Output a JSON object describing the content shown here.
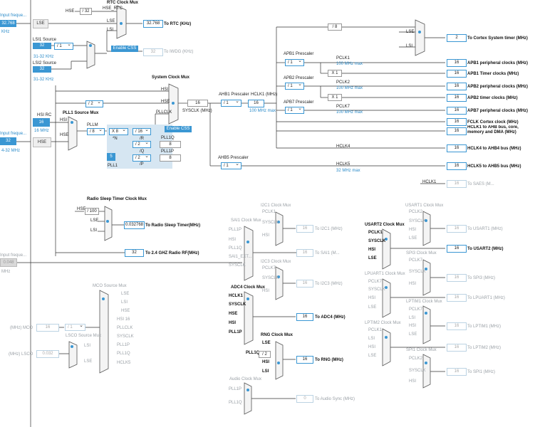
{
  "inputs": {
    "lse": {
      "label": "Input freque...",
      "value": "32.768",
      "unit": "KHz",
      "src": "LSE"
    },
    "hse": {
      "label": "Input freque...",
      "value": "32",
      "range": "4-32 MHz",
      "src": "HSE"
    },
    "audio": {
      "label": "Input freque...",
      "value": "0.048",
      "unit": "MHz"
    }
  },
  "rtc": {
    "title": "RTC Clock Mux",
    "hse": "HSE",
    "div": "/ 32",
    "hse_rtc": "HSE_RTC",
    "lse": "LSE",
    "lsi": "LSI",
    "value": "32.768",
    "out": "To RTC (KHz)",
    "css": "Enable CSS",
    "iwdg_val": "32",
    "iwdg": "To IWDG (KHz)"
  },
  "lsi": {
    "src1": "LSI1 Source",
    "div": "/ 1",
    "v1": "32",
    "r1": "31-32 KHz",
    "src2": "LSI2 Source",
    "v2": "32",
    "r2": "31-32 KHz"
  },
  "hsi": {
    "label": "HSI RC",
    "value": "16",
    "unit": "16 MHz"
  },
  "pll": {
    "title": "PLL1 Source Mux",
    "hsi": "HSI",
    "hse": "HSE",
    "div2": "/ 2",
    "pllm_label": "PLLM",
    "pllm": "/ 8",
    "n": "X 8",
    "n_label": "*N",
    "p_div": "/ 16",
    "r_label": "/R",
    "q_div": "/ 2",
    "q_label": "/Q",
    "p2_div": "/ 2",
    "pp_label": "/P",
    "q_val": "8",
    "p_val": "8",
    "q_out": "PLL1Q",
    "p_out": "PLL1P",
    "pll1": "PLL1",
    "pll1_val": "5"
  },
  "sys": {
    "title": "System Clock Mux",
    "hsi": "HSI",
    "hse": "HSE",
    "pllclk": "PLLCLK",
    "css": "Enable CSS",
    "sysclk_label": "SYSCLK (MHz)",
    "sysclk": "16",
    "ahb_label": "AHB1 Prescaler",
    "ahb_div": "/ 1",
    "hclk_label": "HCLK1 (MHz)",
    "hclk": "16",
    "max": "100 MHz max"
  },
  "tree": {
    "div8": "/ 8",
    "systimer_val": "2",
    "systimer": "To Cortex System timer (MHz)",
    "lse": "LSE",
    "lsi": "LSI",
    "apb1": {
      "label": "APB1 Prescaler",
      "div": "/ 1",
      "pclk": "PCLK1",
      "max": "100 MHz max",
      "v1": "16",
      "o1": "APB1 peripheral clocks (MHz)",
      "x": "X 1",
      "v2": "16",
      "o2": "APB1 Timer clocks (MHz)"
    },
    "apb2": {
      "label": "APB2 Prescaler",
      "div": "/ 1",
      "pclk": "PCLK2",
      "max": "100 MHz max",
      "v1": "16",
      "o1": "APB2 peripheral clocks (MHz)",
      "x": "X 1",
      "v2": "16",
      "o2": "APB2 timer clocks (MHz)"
    },
    "apb7": {
      "label": "APB7 Prescaler",
      "div": "/ 1",
      "pclk": "PCLK7",
      "max": "100 MHz max",
      "v1": "16",
      "o1": "APB7 peripheral clocks (MHz)"
    },
    "fclk_val": "16",
    "fclk": "FCLK Cortex clock (MHz)",
    "ahb_val": "16",
    "ahb": "HCLK1 to AHB bus, core, memory and DMA (MHz)",
    "hclk4_label": "HCLK4",
    "hclk4_val": "16",
    "hclk4": "HCLK4 to AHB4 bus (MHz)",
    "ahb5_label": "AHB5 Prescaler",
    "ahb5_div": "/ 1",
    "hclk5_label": "HCLK5",
    "hclk5_max": "32 MHz max",
    "hclk5_val": "16",
    "hclk5": "HCLK5 to AHB5 bus (MHz)",
    "aes_label": "HCLK1",
    "aes_val": "16",
    "aes": "To SAES (M..."
  },
  "radio": {
    "title": "Radio Sleep Timer Clock Mux",
    "hse": "HSE",
    "div": "/ 100",
    "lse": "LSE",
    "lsi": "LSI",
    "value": "0.032768",
    "out": "To Radio Sleep Timer(MHz)",
    "rf_val": "32",
    "rf": "To 2.4 GHZ Radio RF(MHz)"
  },
  "sai1": {
    "title": "SAI1 Clock Mux",
    "in": [
      "PLL1P",
      "HSI",
      "PLL1Q",
      "SAI1_EXT...",
      "SYSCLK"
    ],
    "value": "16",
    "out": "To SAI1 (M..."
  },
  "i2c1": {
    "title": "I2C1 Clock Mux",
    "in": [
      "PCLK1",
      "SYSCLK",
      "HSI"
    ],
    "value": "16",
    "out": "To I2C1 (MHz)"
  },
  "i2c3": {
    "title": "I2C3 Clock Mux",
    "in": [
      "PCLK7",
      "SYSCLK",
      "HSI"
    ],
    "value": "16",
    "out": "To I2C3 (MHz)"
  },
  "adc": {
    "title": "ADC4 Clock Mux",
    "in": [
      "HCLK1",
      "SYSCLK",
      "HSE",
      "HSI",
      "PLL1P"
    ],
    "value": "16",
    "out": "To ADC4 (MHz)"
  },
  "rng": {
    "title": "RNG Clock Mux",
    "lse": "LSE",
    "pll1q": "PLL1Q",
    "div": "/ 2",
    "hsi": "HSI",
    "lsi": "LSI",
    "value": "16",
    "out": "To RNG (MHz)"
  },
  "audio": {
    "title": "Audio Clock Mux",
    "in": [
      "PLL1P",
      "PLL1Q"
    ],
    "value": "0",
    "out": "To Audio Sync (MHz)"
  },
  "usart1": {
    "title": "USART1 Clock Mux",
    "in": [
      "PCLK2",
      "SYSCLK",
      "HSI",
      "LSE"
    ],
    "value": "16",
    "out": "To USART1 (MHz)"
  },
  "usart2": {
    "title": "USART2 Clock Mux",
    "in": [
      "PCLK1",
      "SYSCLK",
      "HSI",
      "LSE"
    ],
    "value": "16",
    "out": "To USART2 (MHz)"
  },
  "spi3": {
    "title": "SPI3 Clock Mux",
    "in": [
      "PCLK7",
      "SYSCLK",
      "HSI"
    ],
    "value": "16",
    "out": "To SPI3 (MHz)"
  },
  "lpuart1": {
    "title": "LPUART1 Clock Mux",
    "in": [
      "PCLK7",
      "SYSCLK",
      "HSI",
      "LSE"
    ],
    "value": "16",
    "out": "To LPUART1 (MHz)"
  },
  "lptim1": {
    "title": "LPTIM1 Clock Mux",
    "in": [
      "PCLK7",
      "LSI",
      "HSI",
      "LSE"
    ],
    "value": "16",
    "out": "To LPTIM1 (MHz)"
  },
  "lptim2": {
    "title": "LPTIM2 Clock Mux",
    "in": [
      "PCLK1",
      "LSI",
      "HSI",
      "LSE"
    ],
    "value": "16",
    "out": "To LPTIM2 (MHz)"
  },
  "spi1": {
    "title": "SPI1 Clock Mux",
    "in": [
      "PCLK2",
      "SYSCLK",
      "HSI"
    ],
    "value": "16",
    "out": "To SPI1 (MHz)"
  },
  "mco": {
    "title": "MCO Source Mux",
    "in": [
      "LSE",
      "LSI",
      "HSE",
      "HSI 16",
      "PLLCLK",
      "SYSCLK",
      "PLL1P",
      "PLL1Q",
      "HCLK5"
    ],
    "div": "/ 1",
    "value": "16",
    "label": "(MHz) MCO",
    "lsco_title": "LSCO Source Mux",
    "lsco_in": [
      "LSI",
      "LSE"
    ],
    "lsco_val": "0.032",
    "lsco_label": "(MHz) LSCO"
  },
  "colors": {
    "accent": "#3b97d3",
    "wire": "#333333",
    "disabled": "#aaaaaa"
  }
}
